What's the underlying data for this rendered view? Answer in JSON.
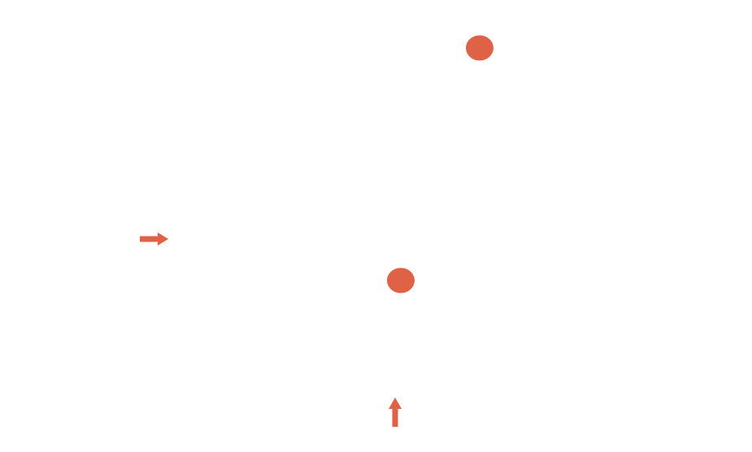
{
  "canvas": {
    "background": "#ffffff"
  },
  "palette": {
    "marker": "#e06246"
  },
  "markers": [
    {
      "name": "top-circle",
      "icon": "circle-marker-icon"
    },
    {
      "name": "center-circle",
      "icon": "circle-marker-icon"
    }
  ],
  "arrows": [
    {
      "name": "left-arrow",
      "icon": "arrow-right-icon",
      "direction": "right"
    },
    {
      "name": "bottom-arrow",
      "icon": "arrow-up-icon",
      "direction": "up"
    }
  ]
}
